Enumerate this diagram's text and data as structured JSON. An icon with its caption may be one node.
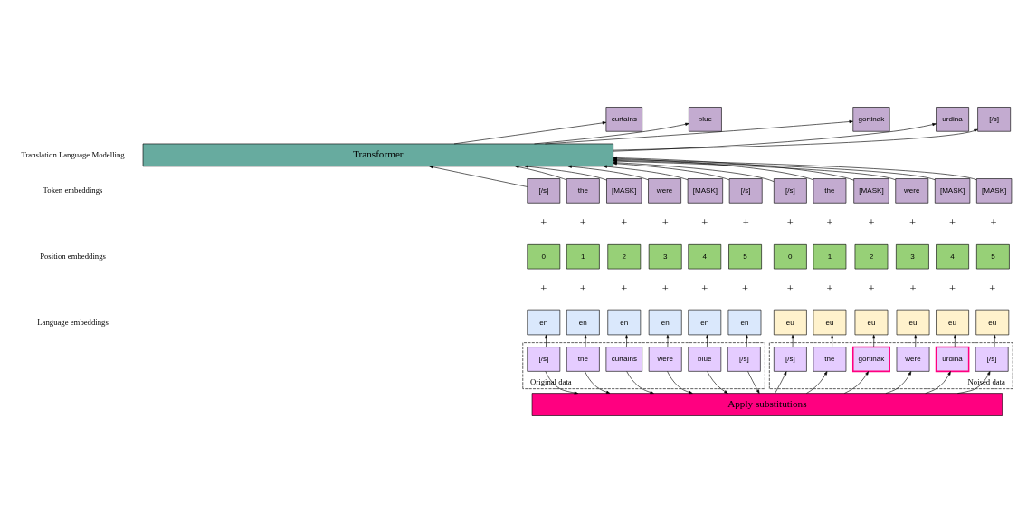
{
  "diagram": {
    "nodes": [
      {
        "text": [
          "curtains"
        ]
      },
      {
        "text": [
          "blue"
        ]
      },
      {
        "text": [
          "gortinak"
        ]
      },
      {
        "text": [
          "urdina"
        ]
      },
      {
        "text": [
          "[/s]"
        ]
      },
      {
        "text": [
          "Transformer"
        ]
      },
      {
        "text": [
          "[/s]"
        ]
      },
      {
        "text": [
          "the"
        ]
      },
      {
        "text": [
          "[MASK]"
        ]
      },
      {
        "text": [
          "were"
        ]
      },
      {
        "text": [
          "[MASK]"
        ]
      },
      {
        "text": [
          "[/s]"
        ]
      },
      {
        "text": [
          "[/s]"
        ]
      },
      {
        "text": [
          "the"
        ]
      },
      {
        "text": [
          "[MASK]"
        ]
      },
      {
        "text": [
          "were"
        ]
      },
      {
        "text": [
          "[MASK]"
        ]
      },
      {
        "text": [
          "[MASK]"
        ]
      },
      {
        "text": [
          "0"
        ]
      },
      {
        "text": [
          "1"
        ]
      },
      {
        "text": [
          "2"
        ]
      },
      {
        "text": [
          "3"
        ]
      },
      {
        "text": [
          "4"
        ]
      },
      {
        "text": [
          "5"
        ]
      },
      {
        "text": [
          "0"
        ]
      },
      {
        "text": [
          "1"
        ]
      },
      {
        "text": [
          "2"
        ]
      },
      {
        "text": [
          "3"
        ]
      },
      {
        "text": [
          "4"
        ]
      },
      {
        "text": [
          "5"
        ]
      },
      {
        "text": [
          "en"
        ]
      },
      {
        "text": [
          "en"
        ]
      },
      {
        "text": [
          "en"
        ]
      },
      {
        "text": [
          "en"
        ]
      },
      {
        "text": [
          "en"
        ]
      },
      {
        "text": [
          "en"
        ]
      },
      {
        "text": [
          "eu"
        ]
      },
      {
        "text": [
          "eu"
        ]
      },
      {
        "text": [
          "eu"
        ]
      },
      {
        "text": [
          "eu"
        ]
      },
      {
        "text": [
          "eu"
        ]
      },
      {
        "text": [
          "eu"
        ]
      },
      {
        "text": [
          "Original data"
        ]
      },
      {
        "text": [
          "[/s]"
        ],
        "in": 42
      },
      {
        "text": [
          "the"
        ],
        "in": 42
      },
      {
        "text": [
          "curtains"
        ],
        "in": 42
      },
      {
        "text": [
          "were"
        ],
        "in": 42
      },
      {
        "text": [
          "blue"
        ],
        "in": 42
      },
      {
        "text": [
          "[/s]"
        ],
        "in": 42
      },
      {
        "text": [
          "Noised data"
        ]
      },
      {
        "text": [
          "[/s]"
        ],
        "in": 49
      },
      {
        "text": [
          "the"
        ],
        "in": 49
      },
      {
        "text": [
          "gortinak"
        ],
        "in": 49
      },
      {
        "text": [
          "were"
        ],
        "in": 49
      },
      {
        "text": [
          "urdina"
        ],
        "in": 49
      },
      {
        "text": [
          "[/s]"
        ],
        "in": 49
      },
      {
        "text": [
          "Apply substitutions"
        ]
      }
    ],
    "edges": [
      {
        "from": 6,
        "to": 5,
        "arrow": "to"
      },
      {
        "from": 7,
        "to": 5,
        "arrow": "to"
      },
      {
        "from": 8,
        "to": 5,
        "arrow": "to"
      },
      {
        "from": 9,
        "to": 5,
        "arrow": "to"
      },
      {
        "from": 10,
        "to": 5,
        "arrow": "to"
      },
      {
        "from": 11,
        "to": 5,
        "arrow": "to"
      },
      {
        "from": 12,
        "to": 5,
        "arrow": "to"
      },
      {
        "from": 13,
        "to": 5,
        "arrow": "to"
      },
      {
        "from": 14,
        "to": 5,
        "arrow": "to"
      },
      {
        "from": 15,
        "to": 5,
        "arrow": "to"
      },
      {
        "from": 16,
        "to": 5,
        "arrow": "to"
      },
      {
        "from": 17,
        "to": 5,
        "arrow": "to"
      },
      {
        "from": 5,
        "to": 0,
        "arrow": "to"
      },
      {
        "from": 5,
        "to": 1,
        "arrow": "to"
      },
      {
        "from": 5,
        "to": 2,
        "arrow": "to"
      },
      {
        "from": 5,
        "to": 3,
        "arrow": "to"
      },
      {
        "from": 5,
        "to": 4,
        "arrow": "to"
      },
      {
        "from": 43,
        "to": 30,
        "arrow": "to"
      },
      {
        "from": 44,
        "to": 31,
        "arrow": "to"
      },
      {
        "from": 45,
        "to": 32,
        "arrow": "to"
      },
      {
        "from": 46,
        "to": 33,
        "arrow": "to"
      },
      {
        "from": 47,
        "to": 34,
        "arrow": "to"
      },
      {
        "from": 48,
        "to": 35,
        "arrow": "to"
      },
      {
        "from": 50,
        "to": 36,
        "arrow": "to"
      },
      {
        "from": 51,
        "to": 37,
        "arrow": "to"
      },
      {
        "from": 52,
        "to": 38,
        "arrow": "to"
      },
      {
        "from": 53,
        "to": 39,
        "arrow": "to"
      },
      {
        "from": 54,
        "to": 40,
        "arrow": "to"
      },
      {
        "from": 55,
        "to": 41,
        "arrow": "to"
      },
      {
        "from": 43,
        "to": 56,
        "arrow": "to"
      },
      {
        "from": 44,
        "to": 56,
        "arrow": "to"
      },
      {
        "from": 45,
        "to": 56,
        "arrow": "to"
      },
      {
        "from": 46,
        "to": 56,
        "arrow": "to"
      },
      {
        "from": 47,
        "to": 56,
        "arrow": "to"
      },
      {
        "from": 48,
        "to": 56,
        "arrow": "to"
      },
      {
        "from": 56,
        "to": 50,
        "arrow": "to"
      },
      {
        "from": 56,
        "to": 51,
        "arrow": "to"
      },
      {
        "from": 56,
        "to": 52,
        "arrow": "to"
      },
      {
        "from": 56,
        "to": 53,
        "arrow": "to"
      },
      {
        "from": 56,
        "to": 54,
        "arrow": "to"
      },
      {
        "from": 56,
        "to": 55,
        "arrow": "to"
      }
    ],
    "labels": [
      "Translation Language Modelling",
      "Token embeddings",
      "+",
      "+",
      "+",
      "+",
      "+",
      "+",
      "+",
      "+",
      "+",
      "+",
      "+",
      "+",
      "Position embeddings",
      "+",
      "+",
      "+",
      "+",
      "+",
      "+",
      "+",
      "+",
      "+",
      "+",
      "+",
      "+",
      "Language embeddings"
    ]
  }
}
